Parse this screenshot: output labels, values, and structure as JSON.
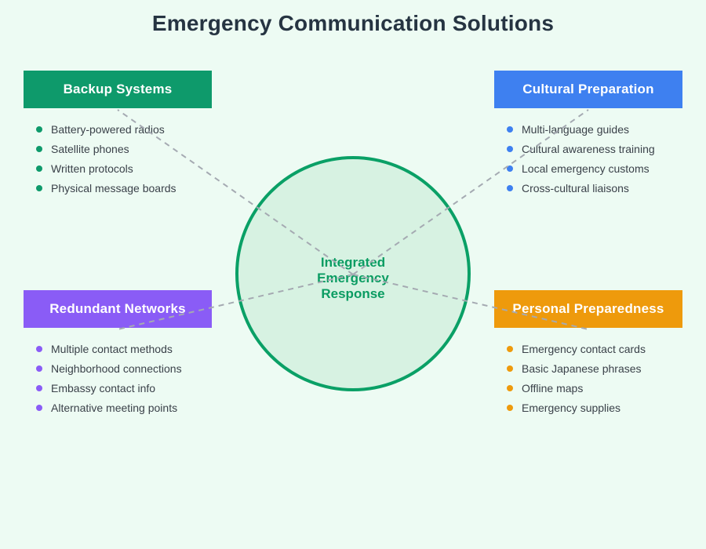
{
  "title": "Emergency Communication Solutions",
  "center": {
    "label_lines": [
      "Integrated",
      "Emergency",
      "Response"
    ]
  },
  "quadrants": [
    {
      "id": "backup-systems",
      "title": "Backup Systems",
      "accent": "#0e9a6b",
      "items": [
        "Battery-powered radios",
        "Satellite phones",
        "Written protocols",
        "Physical message boards"
      ]
    },
    {
      "id": "cultural-preparation",
      "title": "Cultural Preparation",
      "accent": "#3e80f0",
      "items": [
        "Multi-language guides",
        "Cultural awareness training",
        "Local emergency customs",
        "Cross-cultural liaisons"
      ]
    },
    {
      "id": "redundant-networks",
      "title": "Redundant Networks",
      "accent": "#8a5cf6",
      "items": [
        "Multiple contact methods",
        "Neighborhood connections",
        "Embassy contact info",
        "Alternative meeting points"
      ]
    },
    {
      "id": "personal-preparedness",
      "title": "Personal Preparedness",
      "accent": "#ee9a0c",
      "items": [
        "Emergency contact cards",
        "Basic Japanese phrases",
        "Offline maps",
        "Emergency supplies"
      ]
    }
  ],
  "colors": {
    "background": "#edfbf3",
    "title_text": "#263442",
    "header_text": "#ffffff",
    "list_text": "#3a4149",
    "circle_fill": "#d7f2e2",
    "circle_stroke": "#0aa066",
    "circle_text": "#0a9c62",
    "connector": "#a5aab2"
  }
}
